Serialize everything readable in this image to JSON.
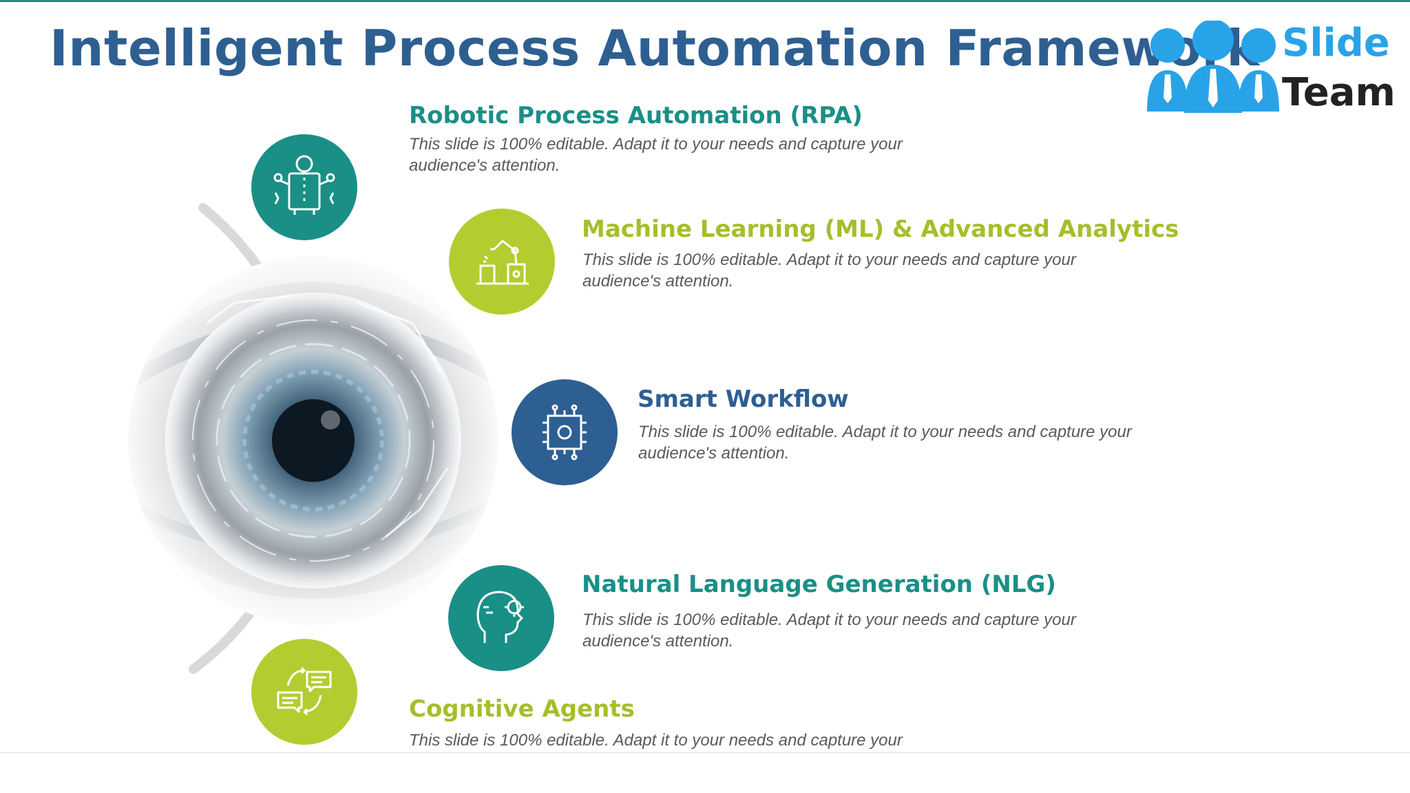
{
  "title": "Intelligent Process Automation Framework",
  "logo": {
    "line1": "Slide",
    "line2": "Team",
    "color": "#29a3e8"
  },
  "colors": {
    "teal": "#1a8f86",
    "lime": "#b5cc30",
    "navy": "#2d5f93",
    "ring": "#d9d9d9"
  },
  "items": [
    {
      "title": "Robotic Process Automation (RPA)",
      "desc": "This slide is 100% editable. Adapt it to your needs and capture your audience's attention.",
      "icon": "robot-icon"
    },
    {
      "title": "Machine Learning (ML) & Advanced Analytics",
      "desc": "This slide is 100% editable. Adapt it to your needs and capture your audience's attention.",
      "icon": "robotic-arm-icon"
    },
    {
      "title": "Smart Workflow",
      "desc": "This slide is 100% editable. Adapt it to your needs and capture your audience's attention.",
      "icon": "circuit-chip-icon"
    },
    {
      "title": "Natural Language Generation (NLG)",
      "desc": "This slide is 100% editable. Adapt it to your needs and capture your audience's attention.",
      "icon": "head-gear-icon"
    },
    {
      "title": "Cognitive Agents",
      "desc": "This slide is 100% editable. Adapt it to your needs and capture your",
      "icon": "chat-exchange-icon"
    }
  ]
}
